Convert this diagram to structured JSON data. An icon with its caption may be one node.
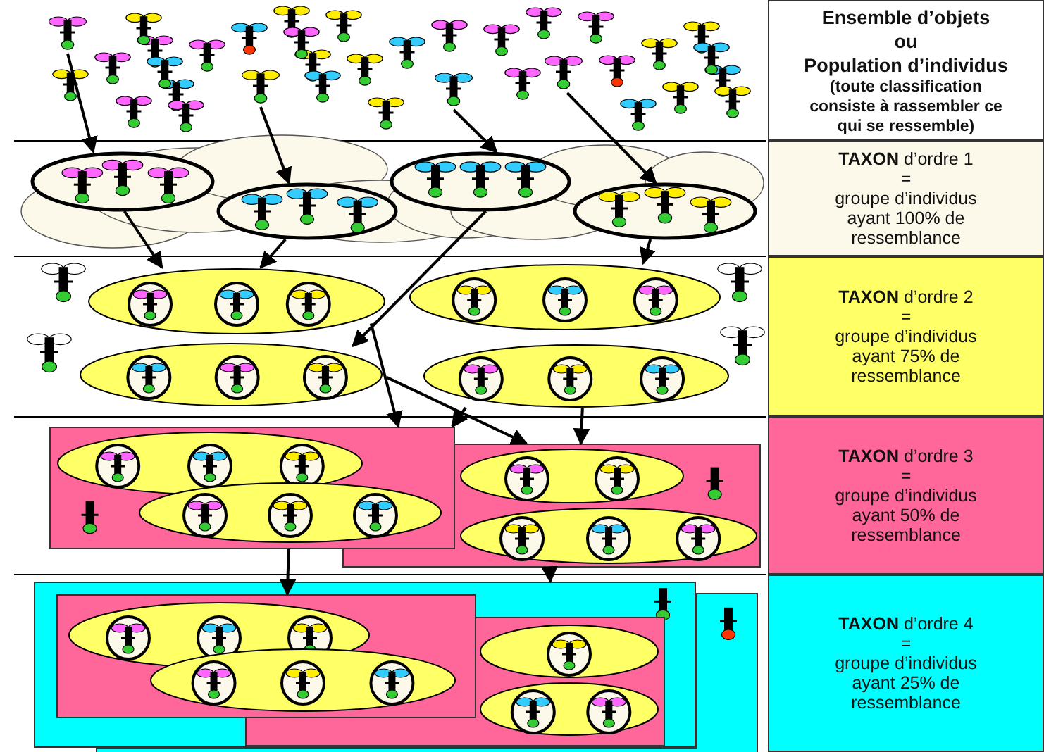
{
  "diagram": {
    "nodes": [
      {
        "text": [
          "Ensemble d’objets",
          "ou",
          "Population d’individus",
          "(toute classification consiste à rassembler ce qui se ressemble)"
        ]
      },
      {
        "text": [],
        "shape": "ellipse"
      },
      {
        "text": [],
        "shape": "ellipse"
      },
      {
        "text": [],
        "shape": "ellipse"
      },
      {
        "text": [],
        "shape": "ellipse"
      },
      {
        "text": [
          "**TAXON** d’ordre 1",
          "=",
          "groupe d’individus ayant 100% de ressemblance"
        ]
      },
      {
        "text": [],
        "shape": "ellipse"
      },
      {
        "text": [],
        "shape": "ellipse"
      },
      {
        "text": [],
        "shape": "ellipse"
      },
      {
        "text": [],
        "shape": "ellipse"
      },
      {
        "text": [
          "**TAXON** d’ordre 2",
          "=",
          "groupe d’individus ayant 75% de ressemblance"
        ]
      },
      {
        "text": [],
        "shape": "box"
      },
      {
        "text": [],
        "shape": "ellipse",
        "in": 11
      },
      {
        "text": [],
        "shape": "ellipse",
        "in": 11
      },
      {
        "text": [],
        "shape": "box"
      },
      {
        "text": [],
        "shape": "ellipse",
        "in": 14
      },
      {
        "text": [],
        "shape": "ellipse",
        "in": 14
      },
      {
        "text": [
          "**TAXON** d’ordre 3",
          "=",
          "groupe d’individus ayant 50% de ressemblance"
        ]
      },
      {
        "text": [],
        "shape": "box"
      },
      {
        "text": [],
        "shape": "box",
        "in": 18
      },
      {
        "text": [],
        "shape": "ellipse",
        "in": 19
      },
      {
        "text": [],
        "shape": "ellipse",
        "in": 19
      },
      {
        "text": [],
        "shape": "box",
        "in": 18
      },
      {
        "text": [],
        "shape": "ellipse",
        "in": 22
      },
      {
        "text": [],
        "shape": "ellipse",
        "in": 22
      },
      {
        "text": [
          "**TAXON** d’ordre 4",
          "=",
          "groupe d’individus ayant 25% de ressemblance"
        ]
      },
      {
        "text": [],
        "shape": "picture"
      },
      {
        "text": [],
        "shape": "picture"
      },
      {
        "text": [],
        "shape": "picture"
      },
      {
        "text": [],
        "shape": "picture"
      }
    ],
    "edges": [
      {
        "from": 26,
        "to": 1,
        "arrow": "to"
      },
      {
        "from": 27,
        "to": 2,
        "arrow": "to"
      },
      {
        "from": 28,
        "to": 3,
        "arrow": "to"
      },
      {
        "from": 29,
        "to": 4,
        "arrow": "to"
      },
      {
        "from": 1,
        "to": 6,
        "arrow": "to"
      },
      {
        "from": 2,
        "to": 6,
        "arrow": "to"
      },
      {
        "from": 3,
        "to": 8,
        "arrow": "to"
      },
      {
        "from": 4,
        "to": 7,
        "arrow": "to"
      },
      {
        "from": 6,
        "to": 11,
        "arrow": "to"
      },
      {
        "from": 9,
        "to": 11,
        "arrow": "to"
      },
      {
        "from": 8,
        "to": 14,
        "arrow": "to"
      },
      {
        "from": 9,
        "to": 14,
        "arrow": "to"
      },
      {
        "from": 11,
        "to": 19,
        "arrow": "to"
      },
      {
        "from": 14,
        "to": 18,
        "arrow": "to"
      }
    ]
  }
}
